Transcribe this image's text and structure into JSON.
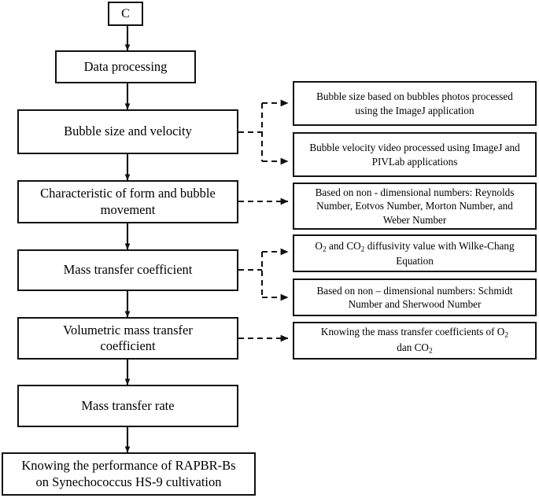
{
  "diagram": {
    "title": "Research methodology flowchart for RAPBR-Bs mass transfer study",
    "stroke_color": "#111111",
    "background_color": "#ffffff",
    "connector_start_label": "C",
    "main_flow": [
      {
        "id": "start-c",
        "label": "C"
      },
      {
        "id": "data-processing",
        "label": "Data processing"
      },
      {
        "id": "bubble-size-velocity",
        "label": "Bubble size and velocity"
      },
      {
        "id": "characteristic-form-movement",
        "label": "Characteristic of form and bubble\nmovement"
      },
      {
        "id": "mass-transfer-coefficient",
        "label": "Mass transfer coefficient"
      },
      {
        "id": "volumetric-mass-transfer-coefficient",
        "label": "Volumetric mass transfer\ncoefficient"
      },
      {
        "id": "mass-transfer-rate",
        "label": "Mass transfer rate"
      },
      {
        "id": "knowing-performance",
        "label": "Knowing the performance of RAPBR-Bs\non Synechococcus HS-9 cultivation"
      }
    ],
    "notes": [
      {
        "id": "note-bubble-size",
        "label": "Bubble size based on bubbles photos processed\nusing the ImageJ application",
        "source": "bubble-size-velocity"
      },
      {
        "id": "note-bubble-velocity",
        "label": "Bubble velocity video processed using ImageJ and\nPIVLab applications",
        "source": "bubble-size-velocity"
      },
      {
        "id": "note-nondim-1",
        "label": "Based on non - dimensional numbers: Reynolds\nNumber, Eotvos Number, Morton Number, and\nWeber Number",
        "source": "characteristic-form-movement"
      },
      {
        "id": "note-diffusivity",
        "label": "O2 and CO2 diffusivity value with Wilke-Chang\nEquation",
        "source": "mass-transfer-coefficient",
        "html": "O<sub>2</sub> and CO<sub>2</sub> diffusivity value with Wilke-Chang<br>Equation"
      },
      {
        "id": "note-nondim-2",
        "label": "Based on non – dimensional numbers: Schmidt\nNumber and Sherwood Number",
        "source": "mass-transfer-coefficient"
      },
      {
        "id": "note-coefficients",
        "label": "Knowing the mass transfer coefficients of O2\ndan CO2",
        "source": "volumetric-mass-transfer-coefficient",
        "html": "Knowing the mass transfer coefficients of O<sub>2</sub><br>dan CO<sub>2</sub>"
      }
    ],
    "connector_types": {
      "solid_arrow": "solid-arrow-connector",
      "dashed_arrow": "dashed-arrow-connector",
      "dashed_branch": "dashed-branch-connector"
    }
  }
}
